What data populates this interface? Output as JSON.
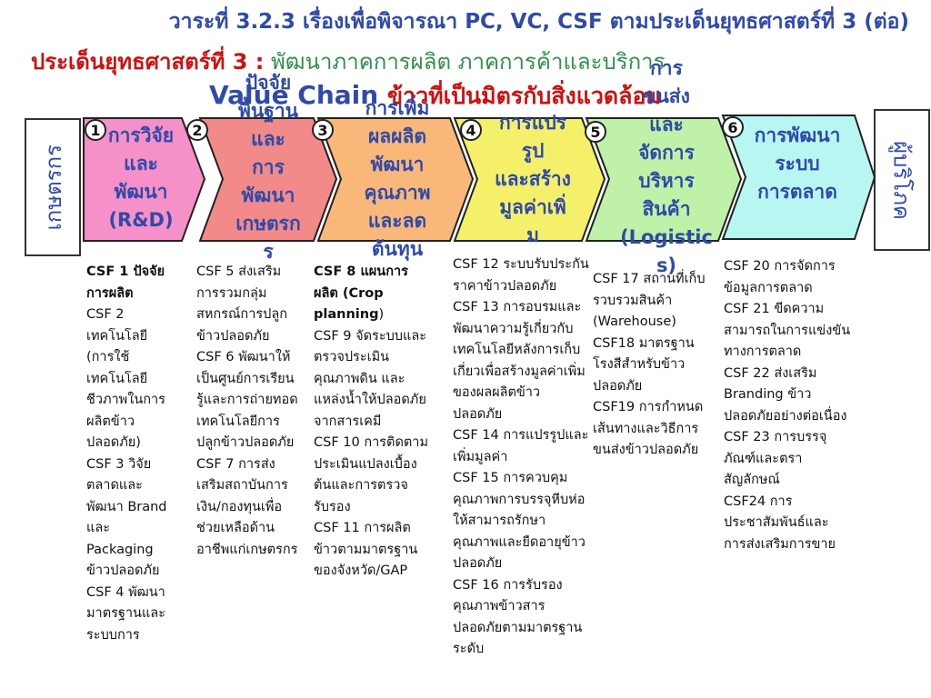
{
  "header": "วาระที่ 3.2.3 เรื่องเพื่อพิจารณา PC, VC, CSF ตามประเด็นยุทธศาสตร์ที่ 3 (ต่อ)",
  "subtitle": {
    "label": "ประเด็นยุทธศาสตร์ที่ 3 :",
    "text": "พัฒนาภาคการผลิต ภาคการค้าและบริการ"
  },
  "value_chain": {
    "label": "Value Chain",
    "suffix": "ข้าวที่เป็นมิตรกับสิ่งแวดล้อม"
  },
  "left_box": "เกษตรกร",
  "right_box": "ผู้บริโภค",
  "stages": [
    {
      "num": "1",
      "text": "การวิจัย\nและ\nพัฒนา\n(R&D)"
    },
    {
      "num": "2",
      "text": "ปัจจัย\nพื้นฐาน\nและ\nการ\nพัฒนา\nเกษตรก\nร"
    },
    {
      "num": "3",
      "text": "การเพิ่ม\nผลผลิต\nพัฒนา\nคุณภาพ\nและลด\nต้นทุน"
    },
    {
      "num": "4",
      "text": "การแปร\nรูป\nและสร้าง\nมูลค่าเพิ่\nม"
    },
    {
      "num": "5",
      "text": "การ\nขนส่ง\nและ\nจัดการ\nบริหาร\nสินค้า\n(Logistic\ns)"
    },
    {
      "num": "6",
      "text": "การพัฒนา\nระบบ\nการตลาด"
    }
  ],
  "csf": {
    "col1_head": "CSF 1 ปัจจัยการผลิต",
    "col1": "CSF 2 เทคโนโลยี (การใช้เทคโนโลยีชีวภาพในการผลิตข้าวปลอดภัย)\nCSF 3 วิจัยตลาดและพัฒนา Brand และ Packaging ข้าวปลอดภัย\nCSF 4 พัฒนามาตรฐานและระบบการ",
    "col2": "CSF 5 ส่งเสริมการรวมกลุ่มสหกรณ์การปลูกข้าวปลอดภัย\nCSF 6 พัฒนาให้เป็นศูนย์การเรียนรู้และการถ่ายทอดเทคโนโลยีการปลูกข้าวปลอดภัย\nCSF 7 การส่งเสริมสถาบันการเงิน/กองทุนเพื่อช่วยเหลือด้านอาชีพแก่เกษตรกร",
    "col3_head_a": "CSF 8 แผนการผลิต (",
    "col3_head_b": "Crop planning",
    "col3_head_c": ")",
    "col3": "CSF 9 จัดระบบและตรวจประเมินคุณภาพดิน และแหล่งน้ำให้ปลอดภัยจากสารเคมี\nCSF 10 การติดตามประเมินแปลงเบื้องต้นและการตรวจรับรอง\nCSF 11 การผลิตข้าวตามมาตรฐานของจังหวัด/GAP",
    "col4": "CSF 12 ระบบรับประกันราคาข้าวปลอดภัย\nCSF 13 การอบรมและพัฒนาความรู้เกี่ยวกับเทคโนโลยีหลังการเก็บเกี่ยวเพื่อสร้างมูลค่าเพิ่มของผลผลิตข้าวปลอดภัย\nCSF 14 การแปรรูปและเพิ่มมูลค่า\nCSF 15 การควบคุมคุณภาพการบรรจุหีบห่อให้สามารถรักษาคุณภาพและยืดอายุข้าวปลอดภัย\nCSF 16 การรับรองคุณภาพข้าวสารปลอดภัยตามมาตรฐานระดับ",
    "col5": "CSF 17 สถานที่เก็บรวบรวมสินค้า (Warehouse)\nCSF18 มาตรฐานโรงสีสำหรับข้าวปลอดภัย\nCSF19 การกำหนดเส้นทางและวิธีการขนส่งข้าวปลอดภัย",
    "col6": "CSF 20 การจัดการข้อมูลการตลาด\nCSF 21 ขีดความสามารถในการแข่งขันทางการตลาด\nCSF 22 ส่งเสริม Branding ข้าวปลอดภัยอย่างต่อเนื่อง\nCSF 23 การบรรจุภัณฑ์และตราสัญลักษณ์\nCSF24 การประชาสัมพันธ์และการส่งเสริมการขาย"
  },
  "colors": {
    "stage1": "#f590c8",
    "stage2": "#f28a8a",
    "stage3": "#f9b87a",
    "stage4": "#f5f06a",
    "stage5": "#bff2a8",
    "stage6": "#b8f6f2"
  }
}
